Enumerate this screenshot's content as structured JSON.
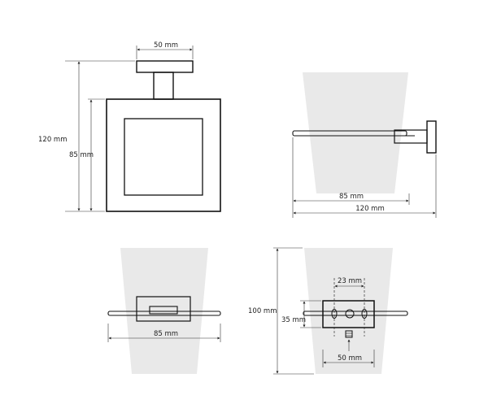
{
  "front_view": {
    "dim_top": "50 mm",
    "dim_outer_height": "120 mm",
    "dim_inner_height": "85 mm"
  },
  "side_view": {
    "dim_inner": "85 mm",
    "dim_outer": "120 mm"
  },
  "top_view": {
    "dim_width": "85 mm"
  },
  "back_view": {
    "dim_hole_spacing": "23 mm",
    "dim_total_height": "100 mm",
    "dim_plate_height": "35 mm",
    "dim_plate_width": "50 mm"
  },
  "colors": {
    "line": "#111111",
    "glass": "#e9e9e9"
  }
}
